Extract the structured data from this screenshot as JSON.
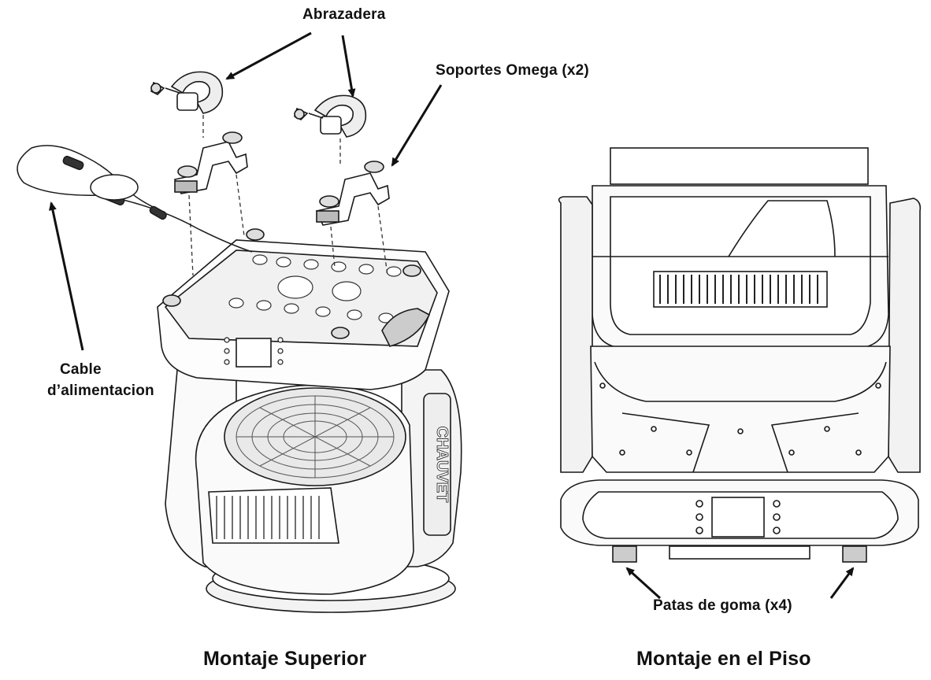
{
  "labels": {
    "clamp": "Abrazadera",
    "omega": "Soportes Omega (x2)",
    "cable_line1": "Cable",
    "cable_line2": "d’alimentacion",
    "feet": "Patas de goma (x4)"
  },
  "captions": {
    "left": "Montaje Superior",
    "right": "Montaje en el Piso"
  },
  "fixture_side_text": "CHAUVET",
  "colors": {
    "line": "#1a1a1a",
    "background": "#ffffff"
  }
}
